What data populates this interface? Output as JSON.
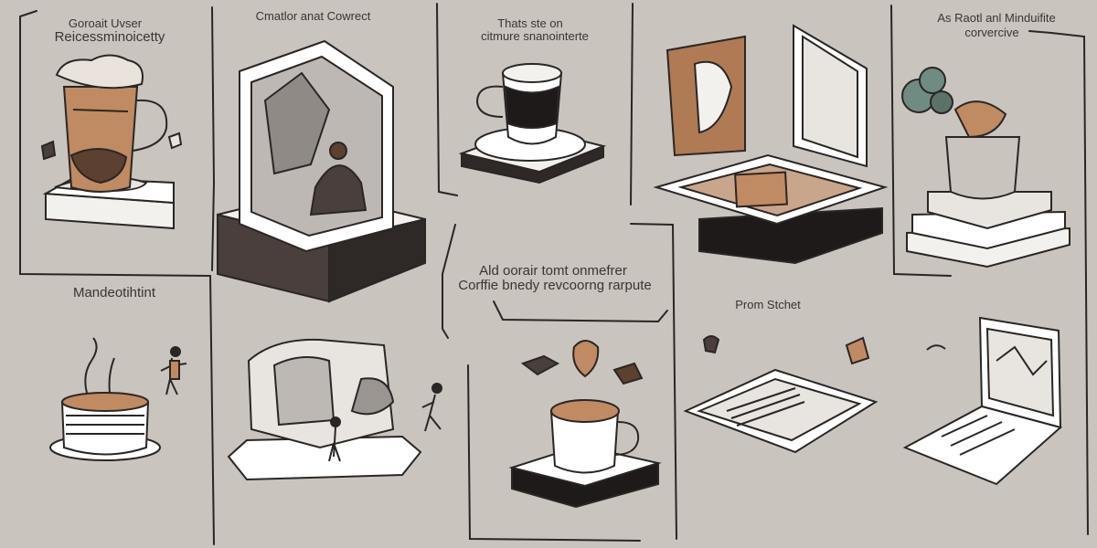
{
  "palette": {
    "background": "#c9c4bd",
    "ink": "#2a2625",
    "coffee": "#c08a62",
    "dark_base": "#4a3f3c",
    "paper": "#f3f1ee"
  },
  "labels": {
    "panel_1_line_1": "Goroait Uvser",
    "panel_1_line_2": "Reicessminoicetty",
    "panel_2_line_1": "Cmatlor anat Cowrect",
    "panel_3_line_1": "Thats ste on",
    "panel_3_line_2": "citmure snanointerte",
    "panel_5_line_1": "As Raotl anl Minduifite",
    "panel_5_line_2": "corvercive",
    "panel_6_line_1": "Mandeotihtint",
    "panel_8_line_1": "Ald oorair tomt onmefrer",
    "panel_8_line_2": "Corffie bnedy revcoorng rarpute",
    "panel_9_line_1": "Prom Stchet"
  },
  "icons": [
    "coffee-mug-icon",
    "framed-person-icon",
    "coffee-cup-icon",
    "tablet-on-base-icon",
    "stacked-books-plant-icon",
    "steaming-cup-icon",
    "person-figure-icon",
    "paper-sculpture-icon",
    "espresso-cup-icon",
    "tablet-icon",
    "laptop-icon"
  ]
}
